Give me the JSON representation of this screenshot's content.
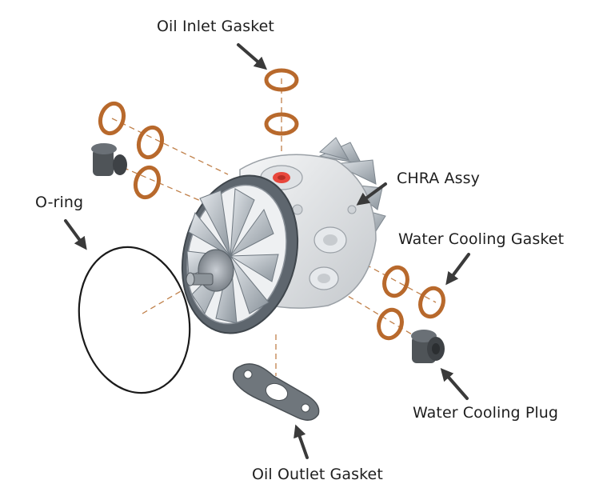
{
  "labels": {
    "oil_inlet_gasket": "Oil Inlet Gasket",
    "chra_assy": "CHRA Assy",
    "o_ring": "O-ring",
    "water_cooling_gasket": "Water Cooling Gasket",
    "water_cooling_plug": "Water Cooling Plug",
    "oil_outlet_gasket": "Oil Outlet Gasket"
  },
  "colors": {
    "gasket": "#b8692c",
    "arrow": "#3a3a3a",
    "leader": "#c0804a",
    "plug": "#4f5458",
    "oring": "#1a1a1a",
    "port_highlight": "#e8473c"
  }
}
